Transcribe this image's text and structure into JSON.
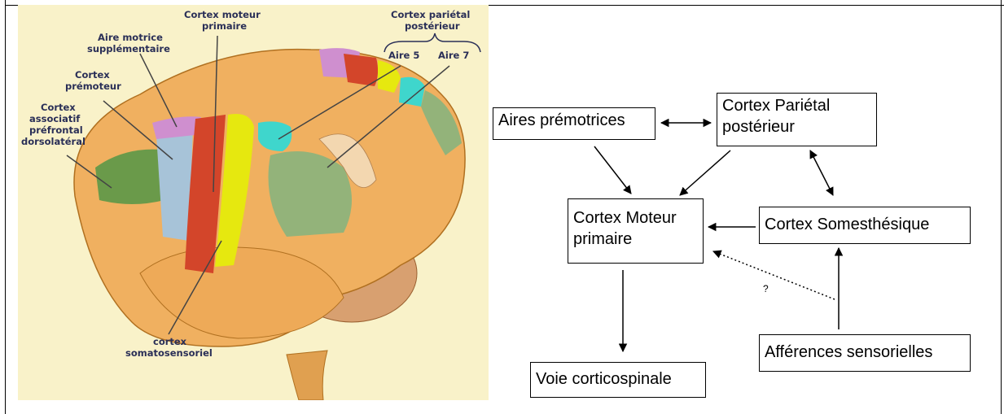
{
  "brain_labels": {
    "cortex_moteur_primaire": [
      "Cortex moteur",
      "primaire"
    ],
    "cortex_parietal_posterieur": [
      "Cortex pariétal",
      "postérieur"
    ],
    "aire_5": "Aire 5",
    "aire_7": "Aire 7",
    "aire_motrice_supplementaire": [
      "Aire motrice",
      "supplémentaire"
    ],
    "cortex_premoteur": [
      "Cortex",
      "prémoteur"
    ],
    "cortex_prefrontal": [
      "Cortex",
      "associatif",
      "préfrontal",
      "dorsolatéral"
    ],
    "cortex_somatosensoriel": [
      "cortex",
      "somatosensoriel"
    ]
  },
  "diagram": {
    "aires_premotrices": "Aires prémotrices",
    "cortex_parietal": [
      "Cortex Pariétal",
      "postérieur"
    ],
    "cortex_moteur": [
      "Cortex Moteur",
      "primaire"
    ],
    "cortex_somesthesique": "Cortex Somesthésique",
    "afferences": "Afférences sensorielles",
    "voie": "Voie corticospinale",
    "question_mark": "?"
  },
  "colors": {
    "background_panel": "#f9f2c9",
    "brain": "#f0b060",
    "prefrontal": "#6a9a4a",
    "premotor": "#a7c3d8",
    "supp_motor": "#cf8fcf",
    "primary_motor": "#d3452a",
    "somatosensory": "#e6e80f",
    "area5": "#3fd6cc",
    "area7": "#93b37a",
    "label": "#2a2f57"
  }
}
